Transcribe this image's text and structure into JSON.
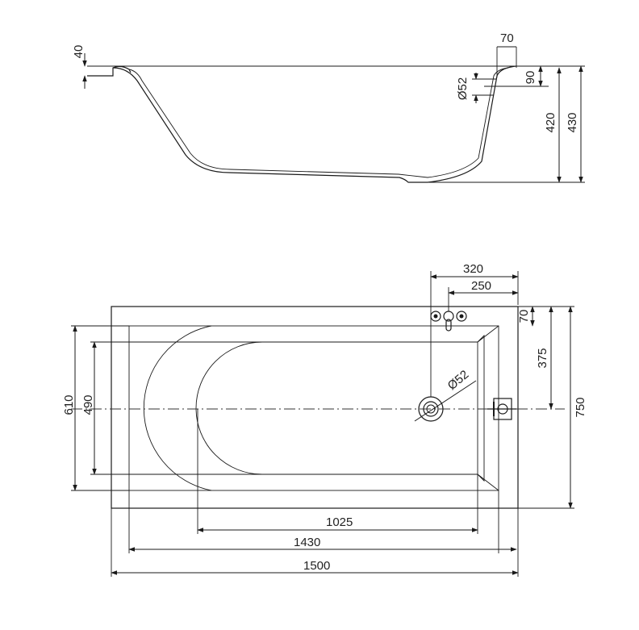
{
  "side_view": {
    "dims": {
      "rim": "40",
      "lip_width": "70",
      "overflow_diameter": "Ø52",
      "overflow_offset": "90",
      "inner_depth": "420",
      "total_height": "430"
    }
  },
  "plan_view": {
    "dims": {
      "drain_from_end": "320",
      "tap_from_end": "250",
      "tap_edge": "70",
      "drain_diameter": "Ø52",
      "half_width": "375",
      "total_width": "750",
      "inner_width_top": "610",
      "inner_width_bottom": "490",
      "flat_bottom_length": "1025",
      "inner_length": "1430",
      "total_length": "1500"
    }
  }
}
